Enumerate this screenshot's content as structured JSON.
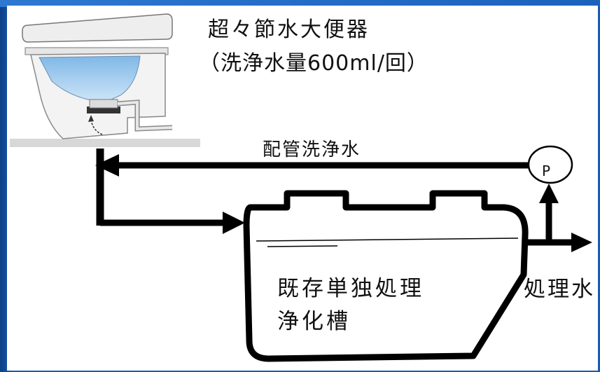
{
  "slide": {
    "background_color": "#1a56a8",
    "panel_color": "#ffffff"
  },
  "toilet": {
    "title": "超々節水大便器",
    "subtitle": "（洗浄水量600ml/回）",
    "bowl_water_color": "#a9d2f0"
  },
  "pipe": {
    "label": "配管洗浄水"
  },
  "pump": {
    "label": "P"
  },
  "tank": {
    "label_line1": "既存単独処理",
    "label_line2": "浄化槽"
  },
  "outlet": {
    "label": "処理水"
  }
}
